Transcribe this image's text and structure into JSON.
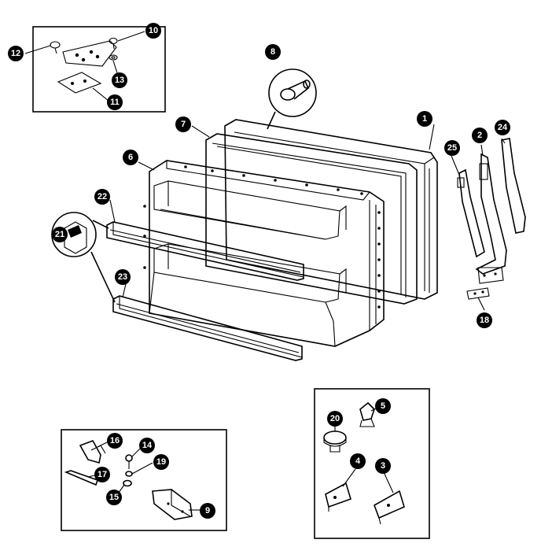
{
  "diagram": {
    "callouts": [
      {
        "id": "c12",
        "text": "12"
      },
      {
        "id": "c10",
        "text": "10"
      },
      {
        "id": "c13",
        "text": "13"
      },
      {
        "id": "c11",
        "text": "11"
      },
      {
        "id": "c8",
        "text": "8"
      },
      {
        "id": "c1",
        "text": "1"
      },
      {
        "id": "c7",
        "text": "7"
      },
      {
        "id": "c6",
        "text": "6"
      },
      {
        "id": "c22",
        "text": "22"
      },
      {
        "id": "c21",
        "text": "21"
      },
      {
        "id": "c23",
        "text": "23"
      },
      {
        "id": "c2",
        "text": "2"
      },
      {
        "id": "c24",
        "text": "24"
      },
      {
        "id": "c25",
        "text": "25"
      },
      {
        "id": "c18",
        "text": "18"
      },
      {
        "id": "c20",
        "text": "20"
      },
      {
        "id": "c5",
        "text": "5"
      },
      {
        "id": "c4",
        "text": "4"
      },
      {
        "id": "c3",
        "text": "3"
      },
      {
        "id": "c16",
        "text": "16"
      },
      {
        "id": "c14",
        "text": "14"
      },
      {
        "id": "c17",
        "text": "17"
      },
      {
        "id": "c19",
        "text": "19"
      },
      {
        "id": "c15",
        "text": "15"
      },
      {
        "id": "c9",
        "text": "9"
      }
    ]
  }
}
